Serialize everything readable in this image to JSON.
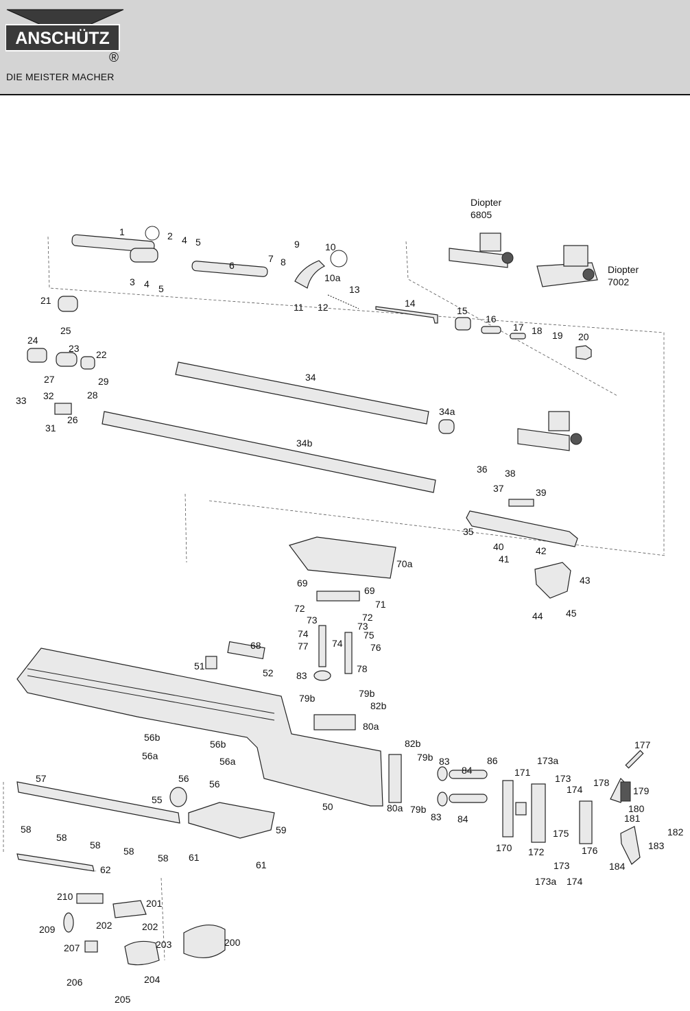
{
  "brand": {
    "name": "ANSCHÜTZ",
    "registered": "®",
    "tagline": "DIE MEISTER MACHER"
  },
  "sights": {
    "d6805_a": "Diopter",
    "d6805_b": "6805",
    "d7002_a": "Diopter",
    "d7002_b": "7002"
  },
  "parts": {
    "p1": "1",
    "p2": "2",
    "p3": "3",
    "p4a": "4",
    "p4b": "4",
    "p5a": "5",
    "p5b": "5",
    "p6": "6",
    "p7": "7",
    "p8": "8",
    "p9": "9",
    "p10": "10",
    "p10a": "10a",
    "p11": "11",
    "p12": "12",
    "p13": "13",
    "p14": "14",
    "p15": "15",
    "p16": "16",
    "p17": "17",
    "p18": "18",
    "p19": "19",
    "p20": "20",
    "p21": "21",
    "p22": "22",
    "p23": "23",
    "p24": "24",
    "p25": "25",
    "p26": "26",
    "p27": "27",
    "p28": "28",
    "p29": "29",
    "p31": "31",
    "p32": "32",
    "p33": "33",
    "p34": "34",
    "p34a": "34a",
    "p34b": "34b",
    "p35": "35",
    "p36": "36",
    "p37": "37",
    "p38": "38",
    "p39": "39",
    "p40": "40",
    "p41": "41",
    "p42": "42",
    "p43": "43",
    "p44": "44",
    "p45": "45",
    "p50": "50",
    "p51": "51",
    "p52": "52",
    "p55": "55",
    "p56a": "56",
    "p56b": "56",
    "p56c": "56b",
    "p56d": "56b",
    "p56e": "56a",
    "p56f": "56a",
    "p57": "57",
    "p58a": "58",
    "p58b": "58",
    "p58c": "58",
    "p58d": "58",
    "p58e": "58",
    "p59": "59",
    "p61a": "61",
    "p61b": "61",
    "p62": "62",
    "p68": "68",
    "p69a": "69",
    "p69b": "69",
    "p70a": "70a",
    "p71": "71",
    "p72a": "72",
    "p72b": "72",
    "p73a": "73",
    "p73b": "73",
    "p74a": "74",
    "p74b": "74",
    "p75": "75",
    "p76": "76",
    "p77": "77",
    "p78": "78",
    "p79ba": "79b",
    "p79bb": "79b",
    "p79bc": "79b",
    "p79bd": "79b",
    "p80a1": "80a",
    "p80a2": "80a",
    "p82ba": "82b",
    "p82bb": "82b",
    "p83a": "83",
    "p83b": "83",
    "p83c": "83",
    "p84a": "84",
    "p84b": "84",
    "p86": "86",
    "p170": "170",
    "p171": "171",
    "p172": "172",
    "p173a1": "173a",
    "p173a2": "173a",
    "p173a": "173",
    "p173b": "173",
    "p174a": "174",
    "p174b": "174",
    "p175": "175",
    "p176": "176",
    "p177": "177",
    "p178": "178",
    "p179": "179",
    "p180": "180",
    "p181": "181",
    "p182": "182",
    "p183": "183",
    "p184": "184",
    "p200": "200",
    "p201": "201",
    "p202a": "202",
    "p202b": "202",
    "p203": "203",
    "p204": "204",
    "p205": "205",
    "p206": "206",
    "p207": "207",
    "p209": "209",
    "p210": "210"
  }
}
